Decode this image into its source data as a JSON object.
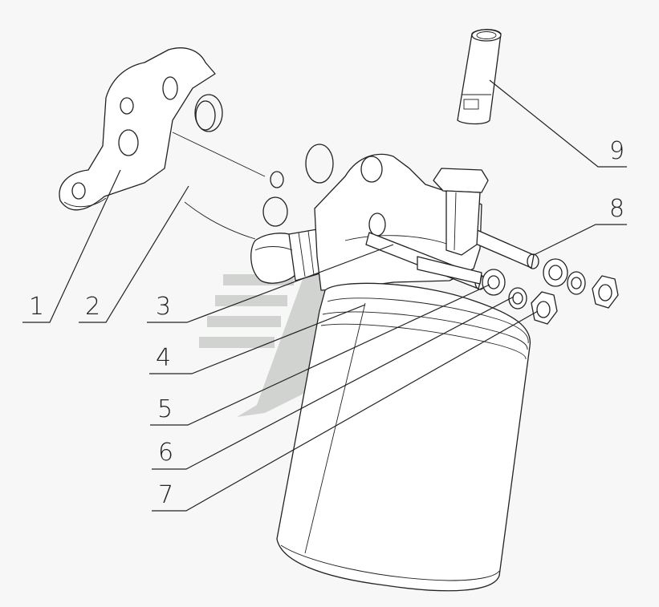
{
  "callouts": [
    {
      "id": "1",
      "label": "1"
    },
    {
      "id": "2",
      "label": "2"
    },
    {
      "id": "3",
      "label": "3"
    },
    {
      "id": "4",
      "label": "4"
    },
    {
      "id": "5",
      "label": "5"
    },
    {
      "id": "6",
      "label": "6"
    },
    {
      "id": "7",
      "label": "7"
    },
    {
      "id": "8",
      "label": "8"
    },
    {
      "id": "9",
      "label": "9"
    }
  ],
  "colors": {
    "background": "#f7f7f7",
    "linework": "#222222",
    "watermark": "#c9cdc9"
  }
}
